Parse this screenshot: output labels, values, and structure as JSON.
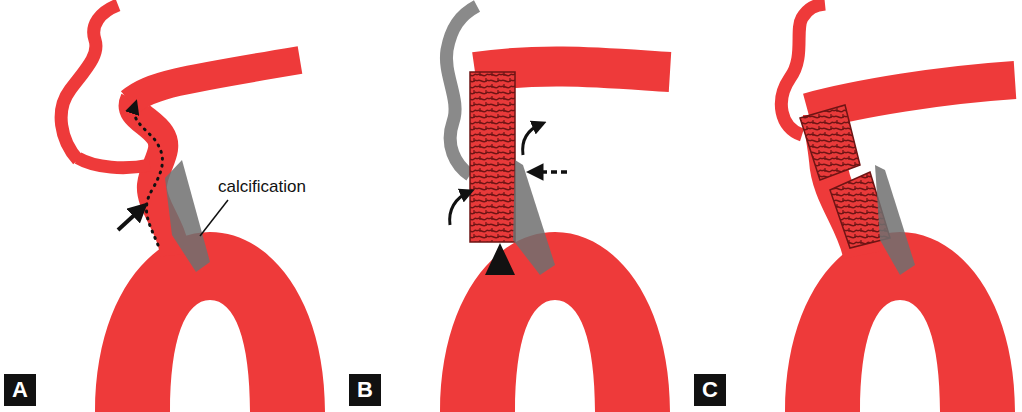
{
  "diagram": {
    "nodes": [
      {
        "text": [
          "A"
        ]
      },
      {
        "text": [
          "B"
        ]
      },
      {
        "text": [
          "C"
        ]
      }
    ],
    "labels": [
      "calcification"
    ]
  }
}
